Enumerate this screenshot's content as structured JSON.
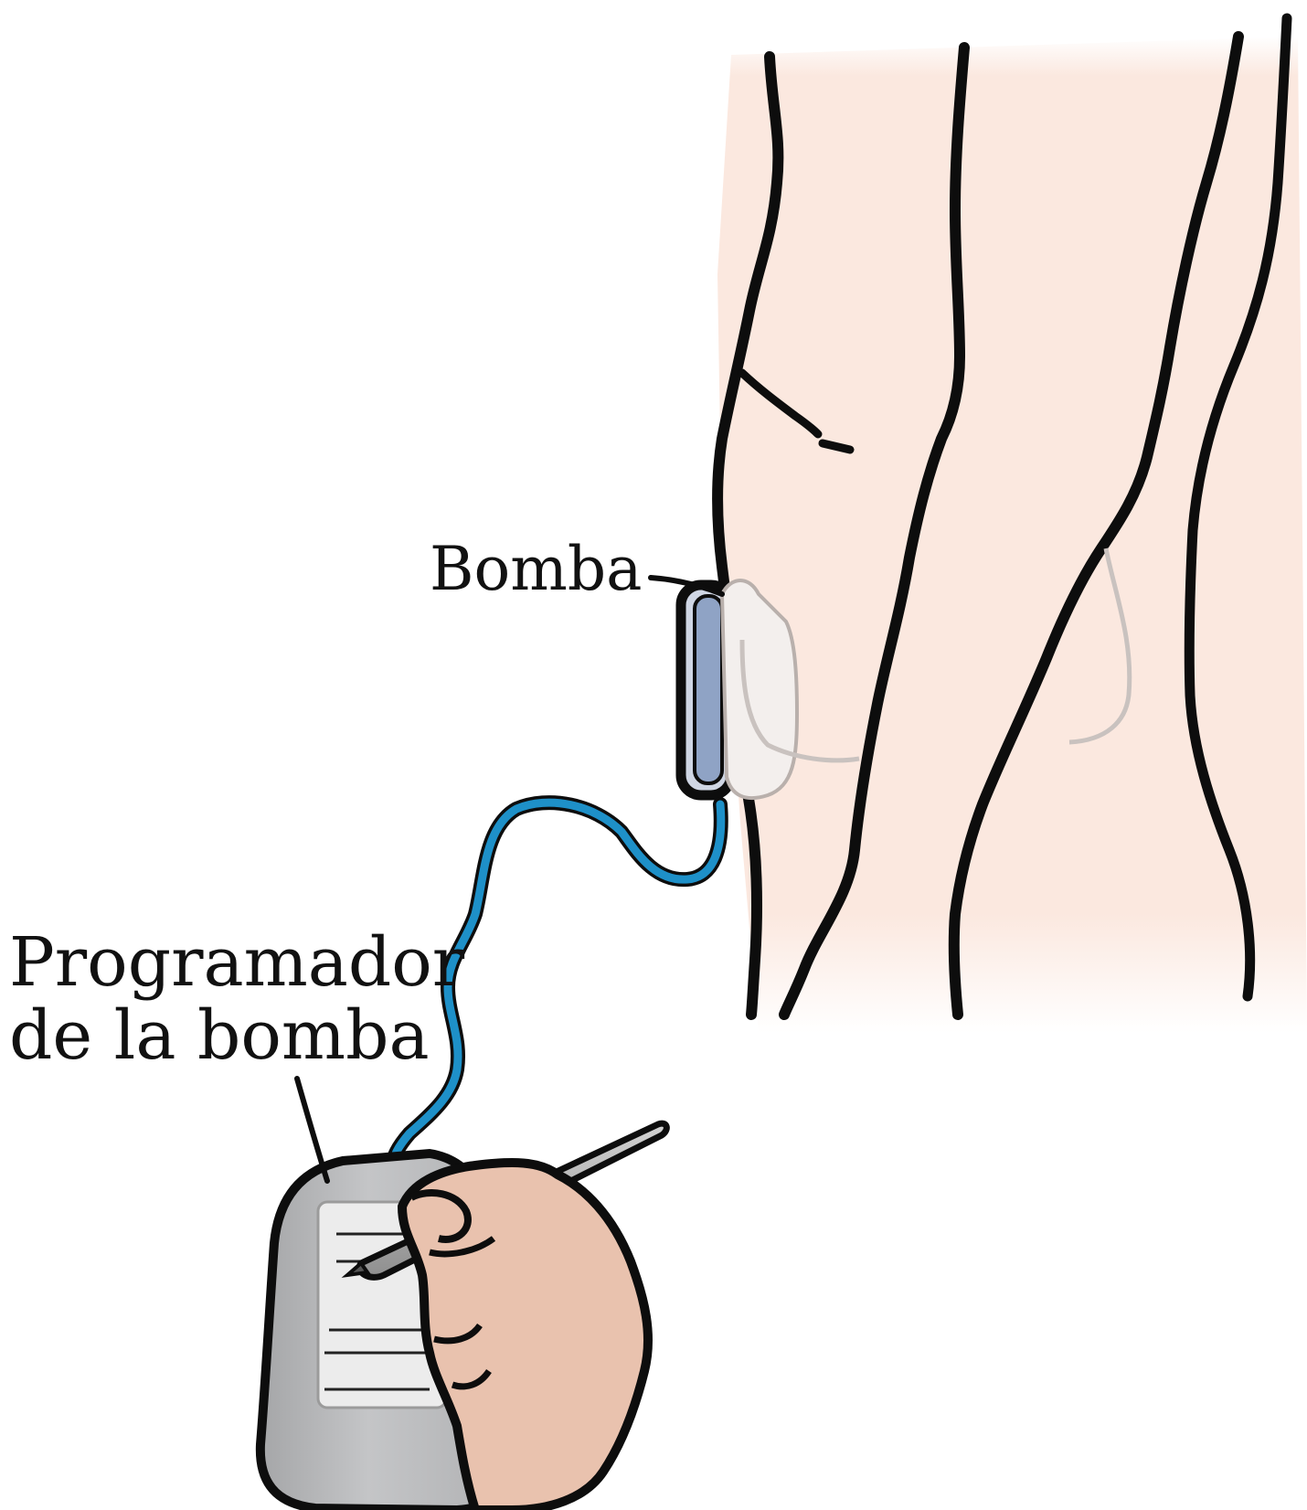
{
  "labels": {
    "pump": "Bomba",
    "programmer_line1": "Programador",
    "programmer_line2": "de la bomba"
  },
  "colors": {
    "skin": "#fbe8df",
    "hand_skin": "#e9c2ae",
    "outline": "#0d0d0d",
    "cable": "#1e90c8",
    "device_body": "#bdbec0",
    "device_screen": "#ececec",
    "pump_clear": "#f3efed",
    "pen": "#a9a9a9"
  }
}
